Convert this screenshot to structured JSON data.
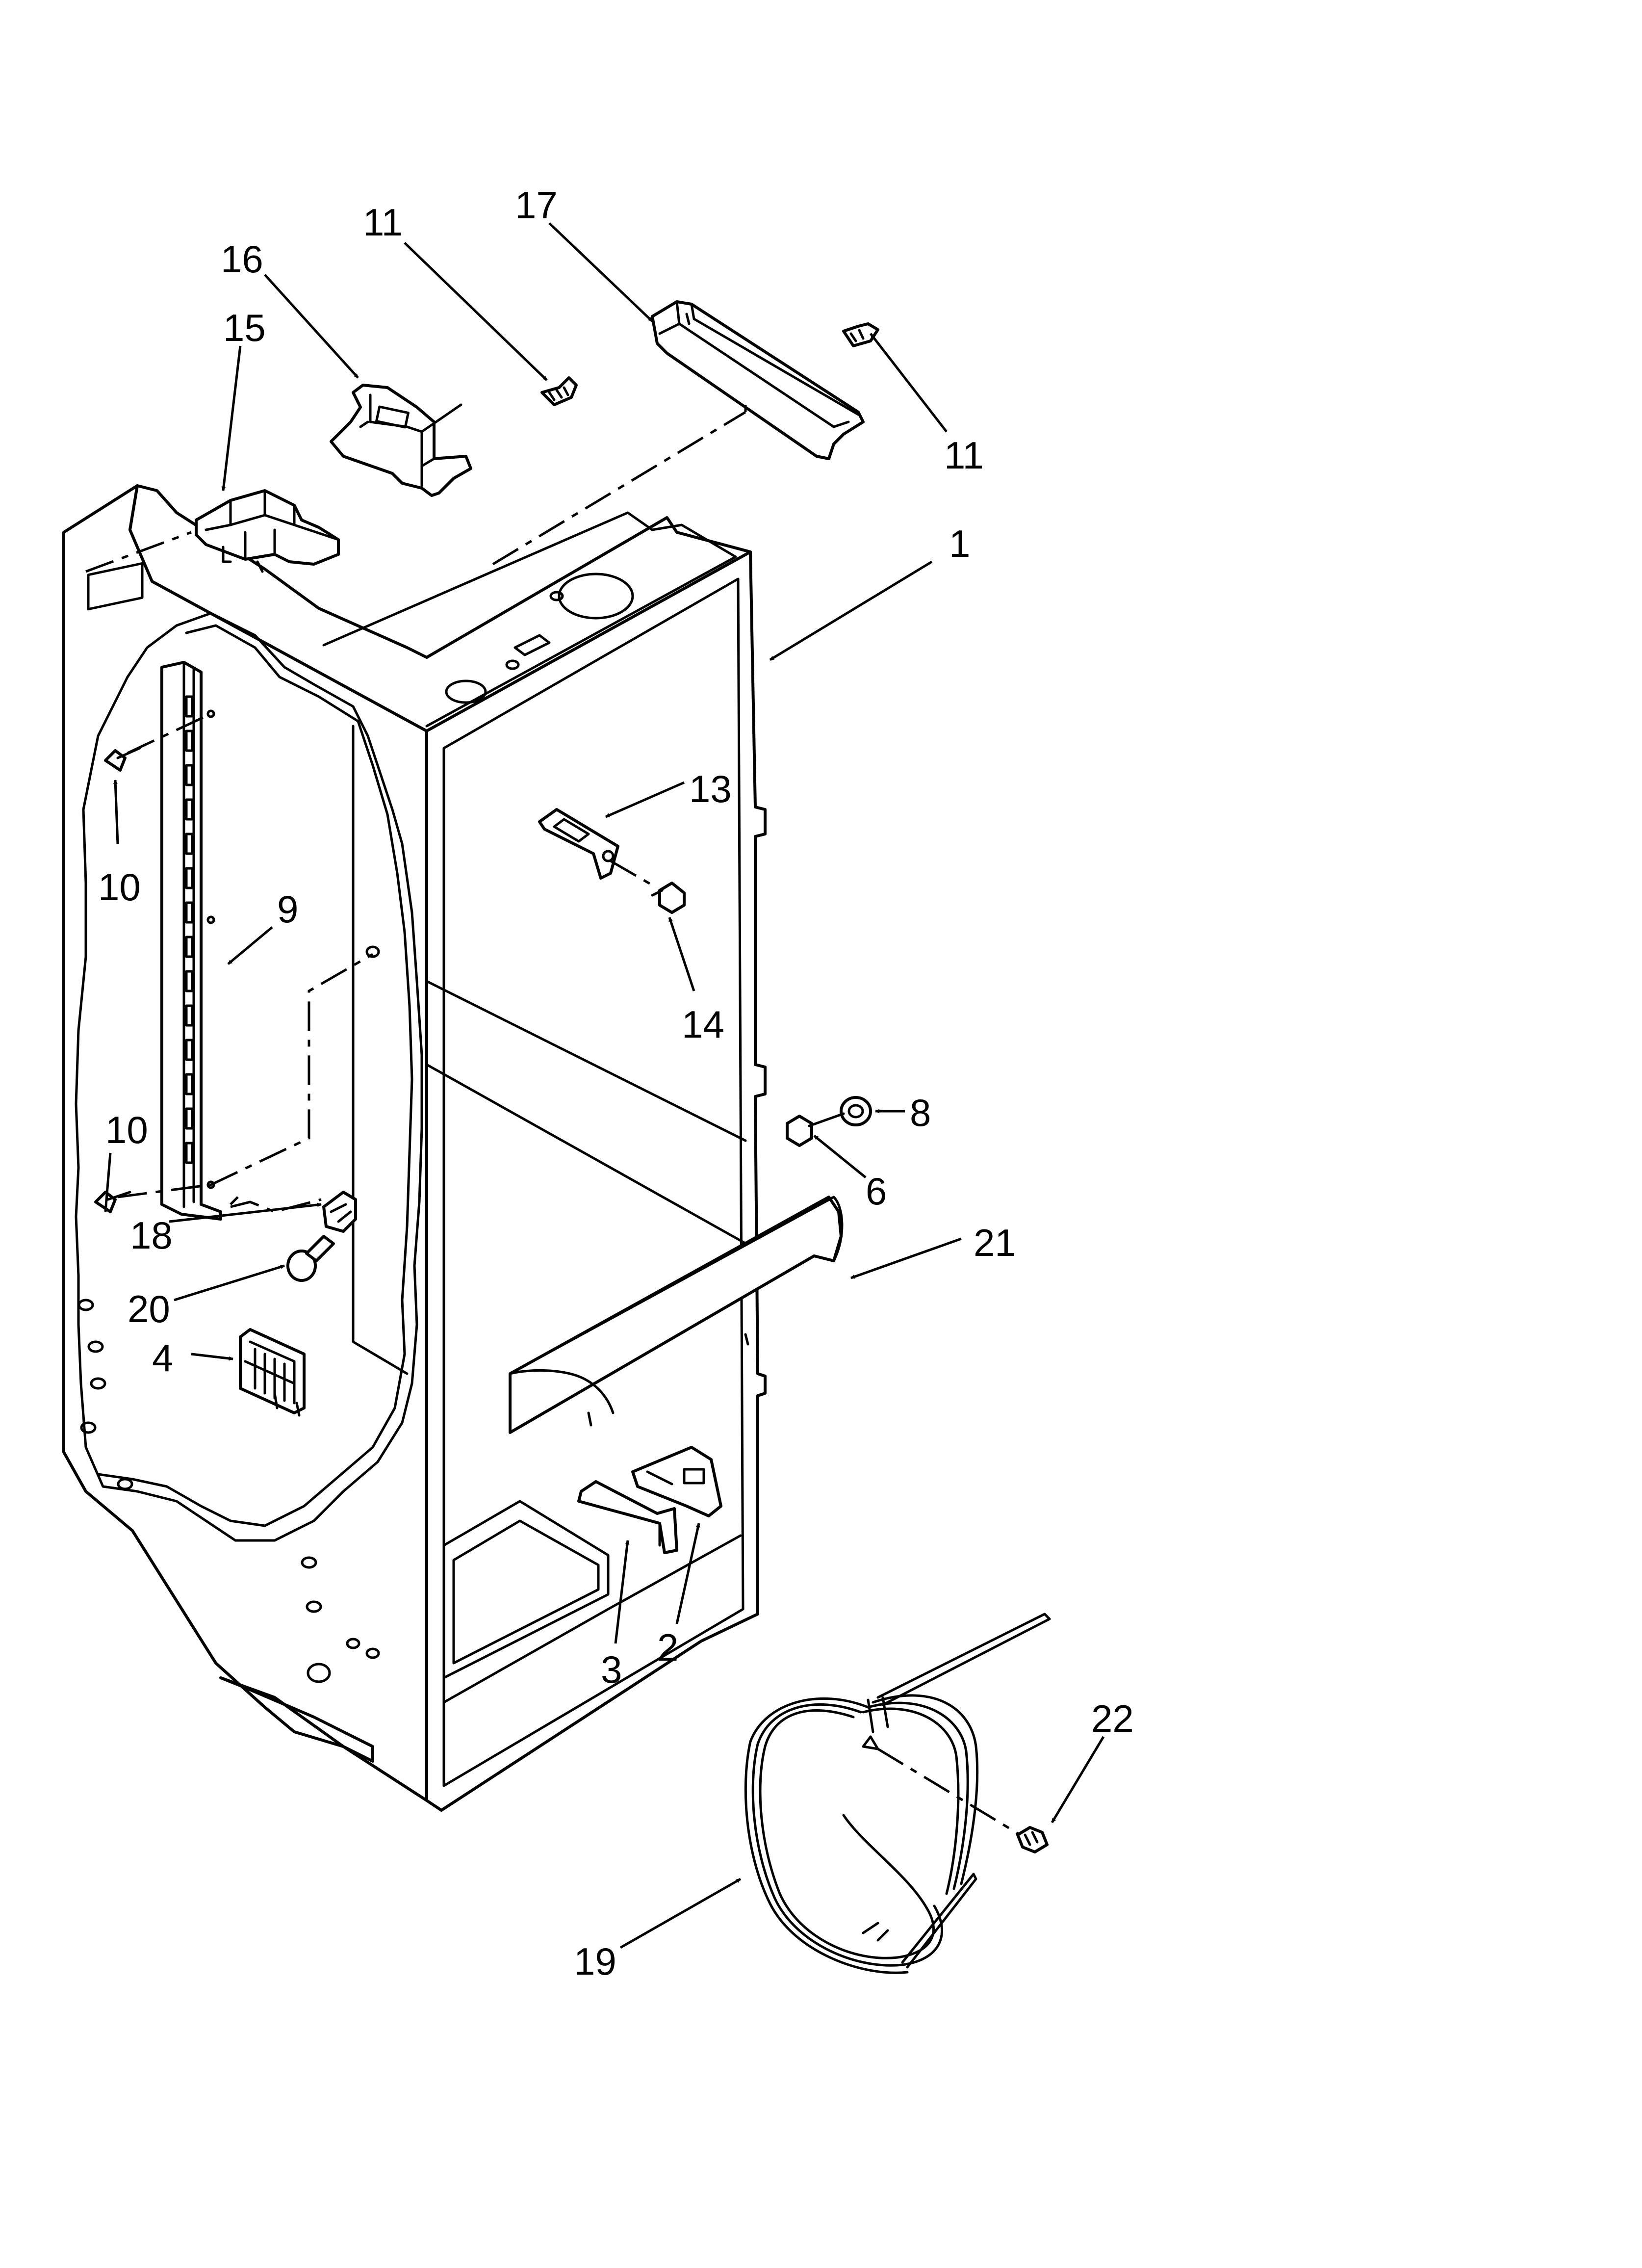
{
  "diagram": {
    "callouts": [
      {
        "key": "c1",
        "label": "1"
      },
      {
        "key": "c2",
        "label": "2"
      },
      {
        "key": "c3",
        "label": "3"
      },
      {
        "key": "c4",
        "label": "4"
      },
      {
        "key": "c6",
        "label": "6"
      },
      {
        "key": "c8",
        "label": "8"
      },
      {
        "key": "c9",
        "label": "9"
      },
      {
        "key": "c10a",
        "label": "10"
      },
      {
        "key": "c10b",
        "label": "10"
      },
      {
        "key": "c11a",
        "label": "11"
      },
      {
        "key": "c11b",
        "label": "11"
      },
      {
        "key": "c13",
        "label": "13"
      },
      {
        "key": "c14",
        "label": "14"
      },
      {
        "key": "c15",
        "label": "15"
      },
      {
        "key": "c16",
        "label": "16"
      },
      {
        "key": "c17",
        "label": "17"
      },
      {
        "key": "c18",
        "label": "18"
      },
      {
        "key": "c19",
        "label": "19"
      },
      {
        "key": "c20",
        "label": "20"
      },
      {
        "key": "c21",
        "label": "21"
      },
      {
        "key": "c22",
        "label": "22"
      }
    ]
  }
}
